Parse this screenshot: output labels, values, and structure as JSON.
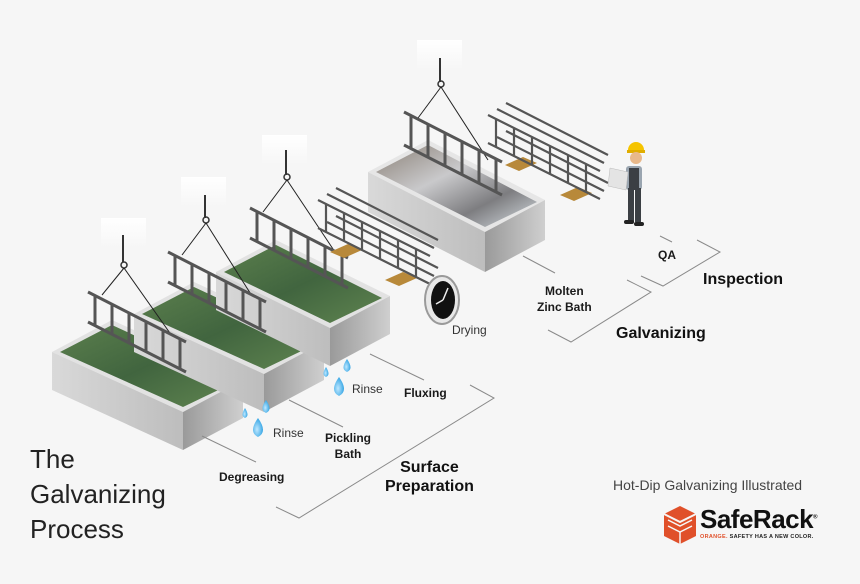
{
  "title": {
    "lines": [
      "The",
      "Galvanizing",
      "Process"
    ]
  },
  "subtitle": "Hot-Dip Galvanizing Illustrated",
  "brand": {
    "name": "SafeRack",
    "registered_mark": "®",
    "tagline_highlight": "ORANGE.",
    "tagline_rest": "SAFETY HAS A NEW COLOR.",
    "color": "#e0502a",
    "icon": "saferack-cube-logo-icon"
  },
  "steps": {
    "degreasing": "Degreasing",
    "rinse_1": "Rinse",
    "pickling_bath": [
      "Pickling",
      "Bath"
    ],
    "rinse_2": "Rinse",
    "fluxing": "Fluxing",
    "drying": "Drying",
    "molten_zinc_bath": [
      "Molten",
      "Zinc Bath"
    ],
    "qa": "QA"
  },
  "sections": {
    "surface_preparation": [
      "Surface",
      "Preparation"
    ],
    "galvanizing": "Galvanizing",
    "inspection": "Inspection"
  },
  "illustration": {
    "tanks": [
      {
        "name": "degreasing-tank",
        "liquid": "green-solution",
        "liquid_color": "#4e7345"
      },
      {
        "name": "pickling-tank",
        "liquid": "green-solution",
        "liquid_color": "#4e7345"
      },
      {
        "name": "fluxing-tank",
        "liquid": "green-solution",
        "liquid_color": "#4e7345"
      },
      {
        "name": "zinc-tank",
        "liquid": "molten-zinc",
        "liquid_color": "#a9a9ab"
      }
    ],
    "icons": [
      "crane-hook-icon",
      "ladder-icon",
      "water-drop-icon",
      "wall-clock-icon",
      "pallet-icon",
      "inspector-worker-icon"
    ]
  }
}
